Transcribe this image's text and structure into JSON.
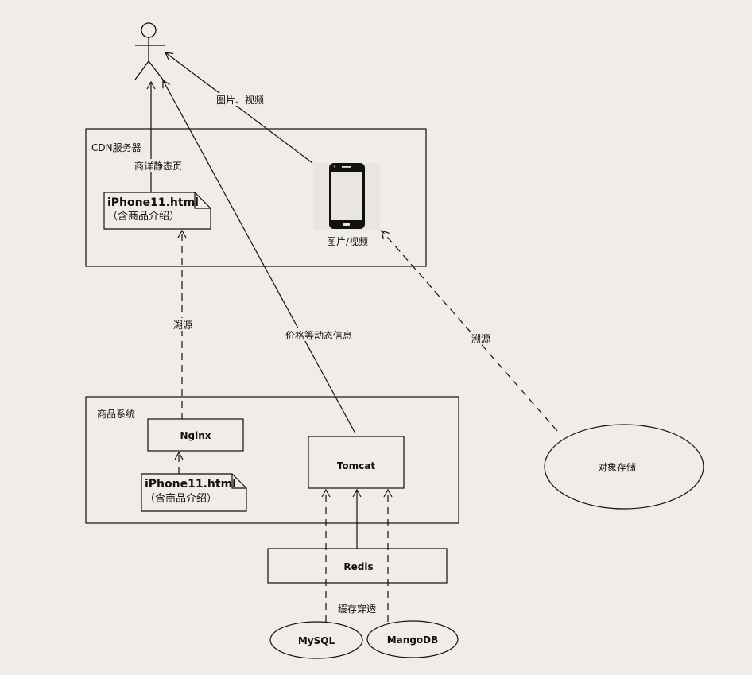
{
  "background": "#f0ece7",
  "actor": {
    "name": "user-actor"
  },
  "edges": {
    "media_to_user": "图片、视频",
    "static_page_to_user": "商详静态页",
    "dynamic_to_user": "价格等动态信息",
    "cdn_origin_nginx": "溯源",
    "cdn_origin_object_storage": "溯源",
    "cache_penetration": "缓存穿透"
  },
  "cdn": {
    "title": "CDN服务器",
    "note_line1": "iPhone11.html",
    "note_line2": "（含商品介绍）",
    "media_label": "图片/视频"
  },
  "product_system": {
    "title": "商品系统",
    "nginx": "Nginx",
    "tomcat": "Tomcat",
    "note_line1": "iPhone11.html",
    "note_line2": "（含商品介绍）"
  },
  "redis": "Redis",
  "databases": [
    "MySQL",
    "MangoDB"
  ],
  "object_storage": "对象存储"
}
